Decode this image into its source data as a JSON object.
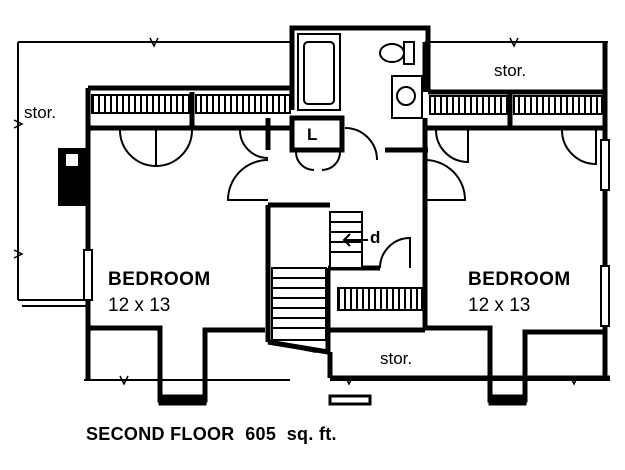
{
  "plan": {
    "caption": "SECOND FLOOR  605  sq. ft.",
    "rooms": {
      "bedroom_left": {
        "name": "BEDROOM",
        "size": "12 x 13"
      },
      "bedroom_right": {
        "name": "BEDROOM",
        "size": "12 x 13"
      }
    },
    "storage": {
      "left": "stor.",
      "top_right": "stor.",
      "bottom": "stor."
    },
    "labels": {
      "linen": "L",
      "down": "d"
    }
  },
  "colors": {
    "wall": "#000000",
    "background": "#ffffff"
  },
  "icons": [
    "bathtub-icon",
    "toilet-icon",
    "sink-icon",
    "chimney-icon"
  ]
}
